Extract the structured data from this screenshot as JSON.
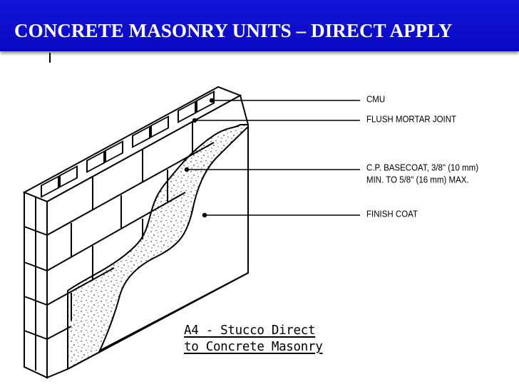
{
  "slide": {
    "title": "CONCRETE MASONRY UNITS – DIRECT APPLY"
  },
  "diagram": {
    "labels": {
      "cmu": "CMU",
      "flush_mortar_joint": "FLUSH  MORTAR  JOINT",
      "basecoat_line1": "C.P.  BASECOAT,  3/8\"  (10  mm)",
      "basecoat_line2": "MIN.  TO  5/8\"  (16  mm)  MAX.",
      "finish_coat": "FINISH  COAT"
    },
    "caption": {
      "line1": "A4 - Stucco Direct",
      "line2": "to Concrete Masonry"
    }
  }
}
